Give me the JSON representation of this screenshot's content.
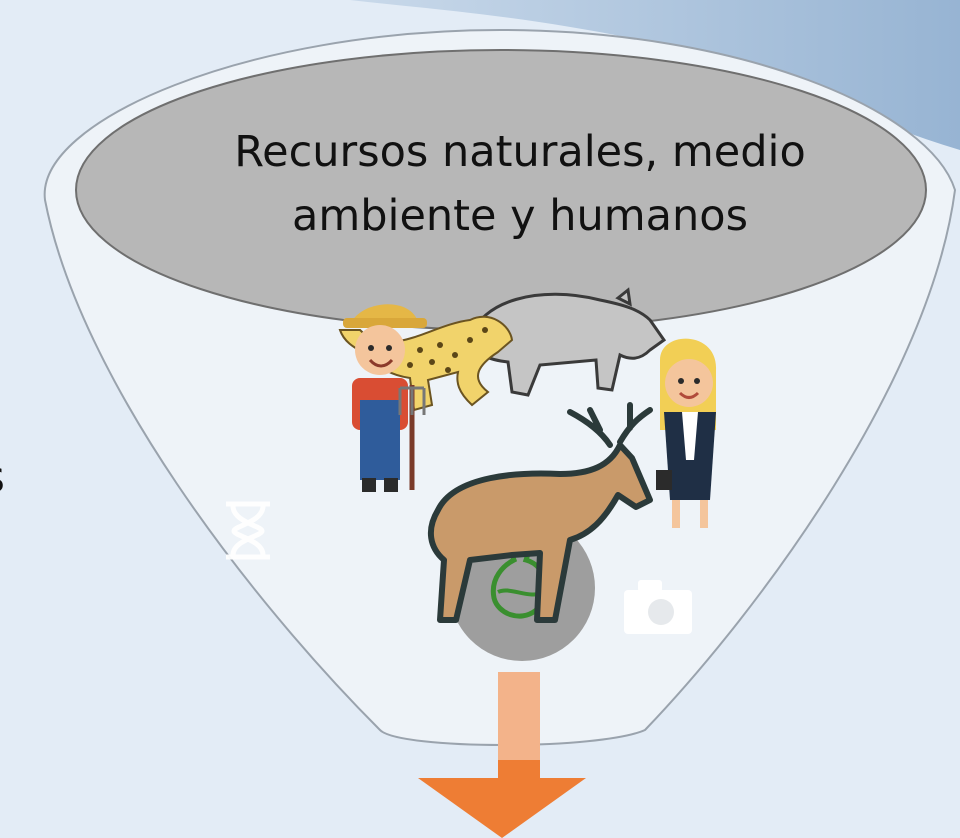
{
  "diagram": {
    "title_line1": "Recursos naturales, medio",
    "title_line2": "ambiente y humanos",
    "left_cut_text": "s"
  },
  "icons": {
    "hourglass": "hourglass-icon",
    "camera": "camera-icon",
    "flask": "globe-flask-icon",
    "farmer": "farmer-figure",
    "woman": "woman-figure",
    "jaguar": "jaguar-figure",
    "boar": "boar-figure",
    "deer": "deer-figure",
    "arrow": "down-arrow"
  },
  "colors": {
    "background": "#e3ecf6",
    "funnel": "#eef3f8",
    "ellipse": "#b7b7b7",
    "arrow_top": "#f3b38a",
    "arrow_bottom": "#ee7d34",
    "deer": "#c99a6a"
  }
}
